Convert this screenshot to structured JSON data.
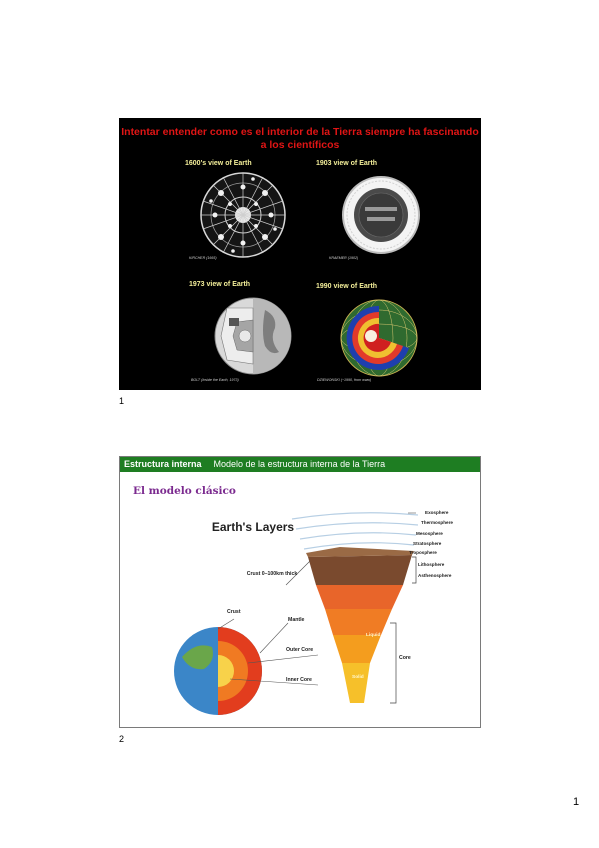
{
  "slide1": {
    "title": "Intentar entender como es el interior de la Tierra siempre ha fascinando a los científicos",
    "panels": [
      {
        "label": "1600's view of Earth",
        "credit": "KIRCHER (1665)"
      },
      {
        "label": "1903 view of Earth",
        "credit": "KRAEMER (1902)"
      },
      {
        "label": "1973 view of Earth",
        "credit": "BOLT (Inside the Earth, 1973)"
      },
      {
        "label": "1990 view of Earth",
        "credit": "DZIEWONSKI (~1990, from www)"
      }
    ],
    "number": "1"
  },
  "slide2": {
    "section": "Estructura interna",
    "subtitle": "Modelo de la estructura interna de la Tierra",
    "heading": "El modelo clásico",
    "diagram_title": "Earth's Layers",
    "crust_note": "Crust 0–100km thick",
    "labels": {
      "crust": "Crust",
      "mantle": "Mantle",
      "outer_core": "Outer Core",
      "inner_core": "Inner Core",
      "liquid": "Liquid",
      "solid": "Solid",
      "core": "Core"
    },
    "atmosphere": [
      "Exosphere",
      "Thermosphere",
      "Mesosphere",
      "Stratosphere",
      "Troposphere"
    ],
    "lithosphere": "Lithosphere",
    "asthenosphere": "Asthenosphere",
    "number": "2"
  },
  "page_number": "1",
  "colors": {
    "slide1_title": "#e01515",
    "panel_label": "#f4ef9a",
    "slide2_bar": "#1e7d22",
    "slide2_heading": "#7b2a8f"
  }
}
